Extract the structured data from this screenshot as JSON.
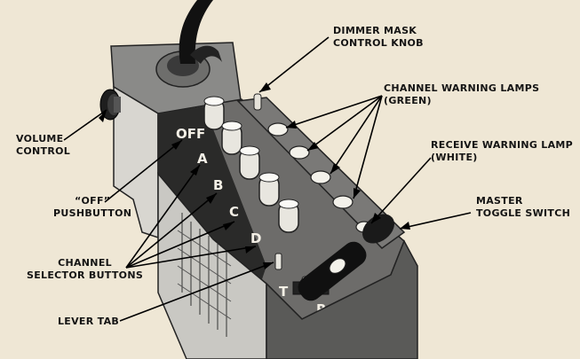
{
  "labels": {
    "dimmer_mask": [
      "DIMMER MASK",
      "CONTROL KNOB"
    ],
    "channel_warning_lamps": [
      "CHANNEL WARNING LAMPS",
      "(GREEN)"
    ],
    "receive_warning_lamp": [
      "RECEIVE WARNING LAMP",
      "(WHITE)"
    ],
    "master_toggle": [
      "MASTER",
      "TOGGLE SWITCH"
    ],
    "volume_control": [
      "VOLUME",
      "CONTROL"
    ],
    "off_pushbutton": [
      "“OFF”",
      "PUSHBUTTON"
    ],
    "channel_selector": [
      "CHANNEL",
      "SELECTOR BUTTONS"
    ],
    "lever_tab": [
      "LEVER TAB"
    ]
  },
  "panel_markings": {
    "off": "OFF",
    "channels": [
      "A",
      "B",
      "C",
      "D"
    ],
    "lever_t": "T",
    "lever_r": "R"
  }
}
